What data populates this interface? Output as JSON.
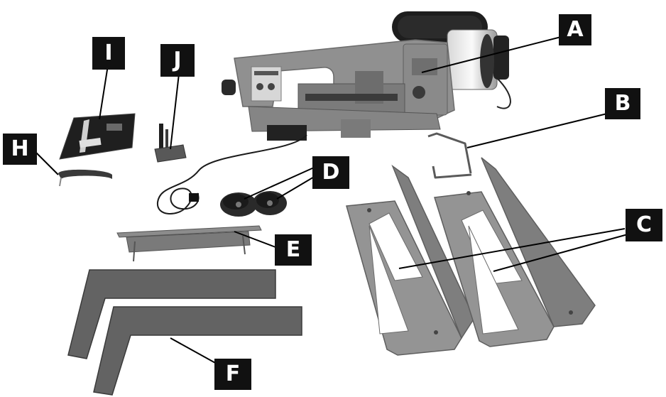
{
  "labels": {
    "a": "A",
    "b": "B",
    "c": "C",
    "d": "D",
    "e": "E",
    "f": "F",
    "h": "H",
    "i": "I",
    "j": "J"
  },
  "colors": {
    "label_bg": "#111111",
    "label_text": "#ffffff",
    "part_gray": "#8e8e8e",
    "part_dark": "#555555",
    "part_black": "#1c1c1c",
    "leader": "#000000"
  }
}
